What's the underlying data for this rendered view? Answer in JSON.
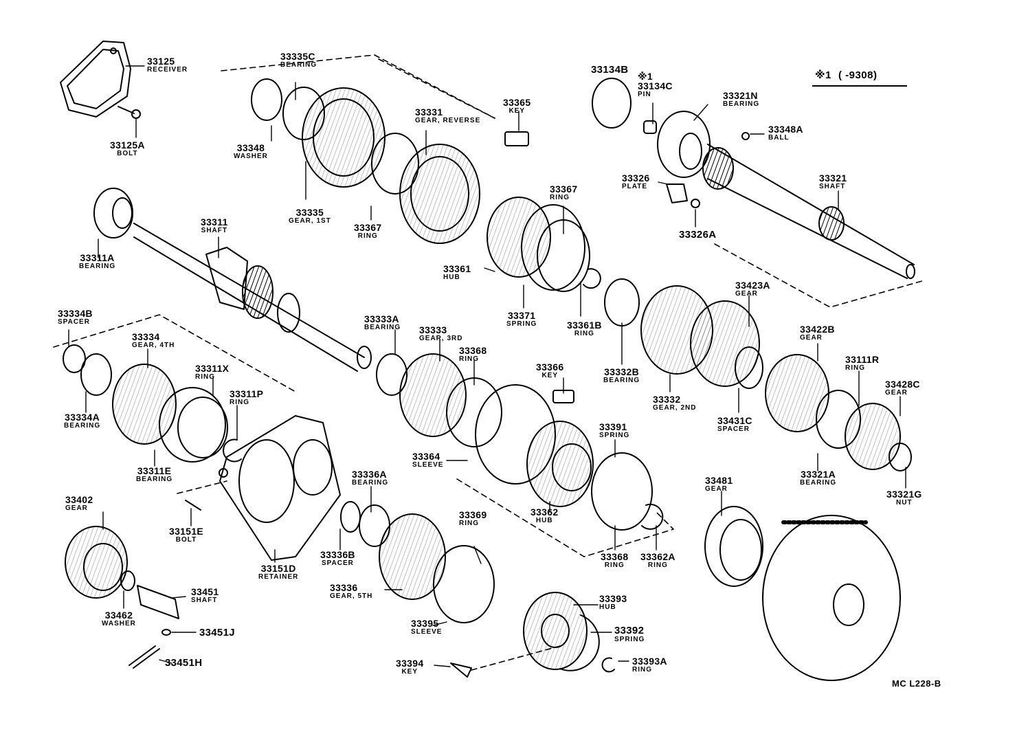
{
  "note": {
    "mark": "※1",
    "text": "( -9308)"
  },
  "drawing_code": "MC L228-B",
  "parts": [
    {
      "number": "33125",
      "name": "RECEIVER"
    },
    {
      "number": "33125A",
      "name": "BOLT"
    },
    {
      "number": "33335C",
      "name": "BEARING"
    },
    {
      "number": "33348",
      "name": "WASHER"
    },
    {
      "number": "33335",
      "name": "GEAR, 1ST"
    },
    {
      "number": "33331",
      "name": "GEAR, REVERSE"
    },
    {
      "number": "33365",
      "name": "KEY"
    },
    {
      "number": "33367",
      "name": "RING"
    },
    {
      "number": "33367",
      "name": "RING"
    },
    {
      "number": "33361",
      "name": "HUB"
    },
    {
      "number": "33371",
      "name": "SPRING"
    },
    {
      "number": "33361B",
      "name": "RING"
    },
    {
      "number": "33134B",
      "name": ""
    },
    {
      "number": "※1 33134C",
      "name": "PIN"
    },
    {
      "number": "33321N",
      "name": "BEARING"
    },
    {
      "number": "33348A",
      "name": "BALL"
    },
    {
      "number": "33326",
      "name": "PLATE"
    },
    {
      "number": "33326A",
      "name": ""
    },
    {
      "number": "33321",
      "name": "SHAFT"
    },
    {
      "number": "33311",
      "name": "SHAFT"
    },
    {
      "number": "33311A",
      "name": "BEARING"
    },
    {
      "number": "33334B",
      "name": "SPACER"
    },
    {
      "number": "33334",
      "name": "GEAR, 4TH"
    },
    {
      "number": "33311X",
      "name": "RING"
    },
    {
      "number": "33311P",
      "name": "RING"
    },
    {
      "number": "33334A",
      "name": "BEARING"
    },
    {
      "number": "33311E",
      "name": "BEARING"
    },
    {
      "number": "33333A",
      "name": "BEARING"
    },
    {
      "number": "33333",
      "name": "GEAR, 3RD"
    },
    {
      "number": "33368",
      "name": "RING"
    },
    {
      "number": "33366",
      "name": "KEY"
    },
    {
      "number": "33364",
      "name": "SLEEVE"
    },
    {
      "number": "33391",
      "name": "SPRING"
    },
    {
      "number": "33362",
      "name": "HUB"
    },
    {
      "number": "33368",
      "name": "RING"
    },
    {
      "number": "33362A",
      "name": "RING"
    },
    {
      "number": "33423A",
      "name": "GEAR"
    },
    {
      "number": "33332B",
      "name": "BEARING"
    },
    {
      "number": "33332",
      "name": "GEAR, 2ND"
    },
    {
      "number": "33422B",
      "name": "GEAR"
    },
    {
      "number": "33111R",
      "name": "RING"
    },
    {
      "number": "33428C",
      "name": "GEAR"
    },
    {
      "number": "33431C",
      "name": "SPACER"
    },
    {
      "number": "33321A",
      "name": "BEARING"
    },
    {
      "number": "33321G",
      "name": "NUT"
    },
    {
      "number": "33402",
      "name": "GEAR"
    },
    {
      "number": "33151E",
      "name": "BOLT"
    },
    {
      "number": "33151D",
      "name": "RETAINER"
    },
    {
      "number": "33451",
      "name": "SHAFT"
    },
    {
      "number": "33462",
      "name": "WASHER"
    },
    {
      "number": "33451J",
      "name": ""
    },
    {
      "number": "33451H",
      "name": ""
    },
    {
      "number": "33336A",
      "name": "BEARING"
    },
    {
      "number": "33336B",
      "name": "SPACER"
    },
    {
      "number": "33336",
      "name": "GEAR, 5TH"
    },
    {
      "number": "33369",
      "name": "RING"
    },
    {
      "number": "33395",
      "name": "SLEEVE"
    },
    {
      "number": "33393",
      "name": "HUB"
    },
    {
      "number": "33392",
      "name": "SPRING"
    },
    {
      "number": "33394",
      "name": "KEY"
    },
    {
      "number": "33393A",
      "name": "RING"
    },
    {
      "number": "33481",
      "name": "GEAR"
    }
  ]
}
